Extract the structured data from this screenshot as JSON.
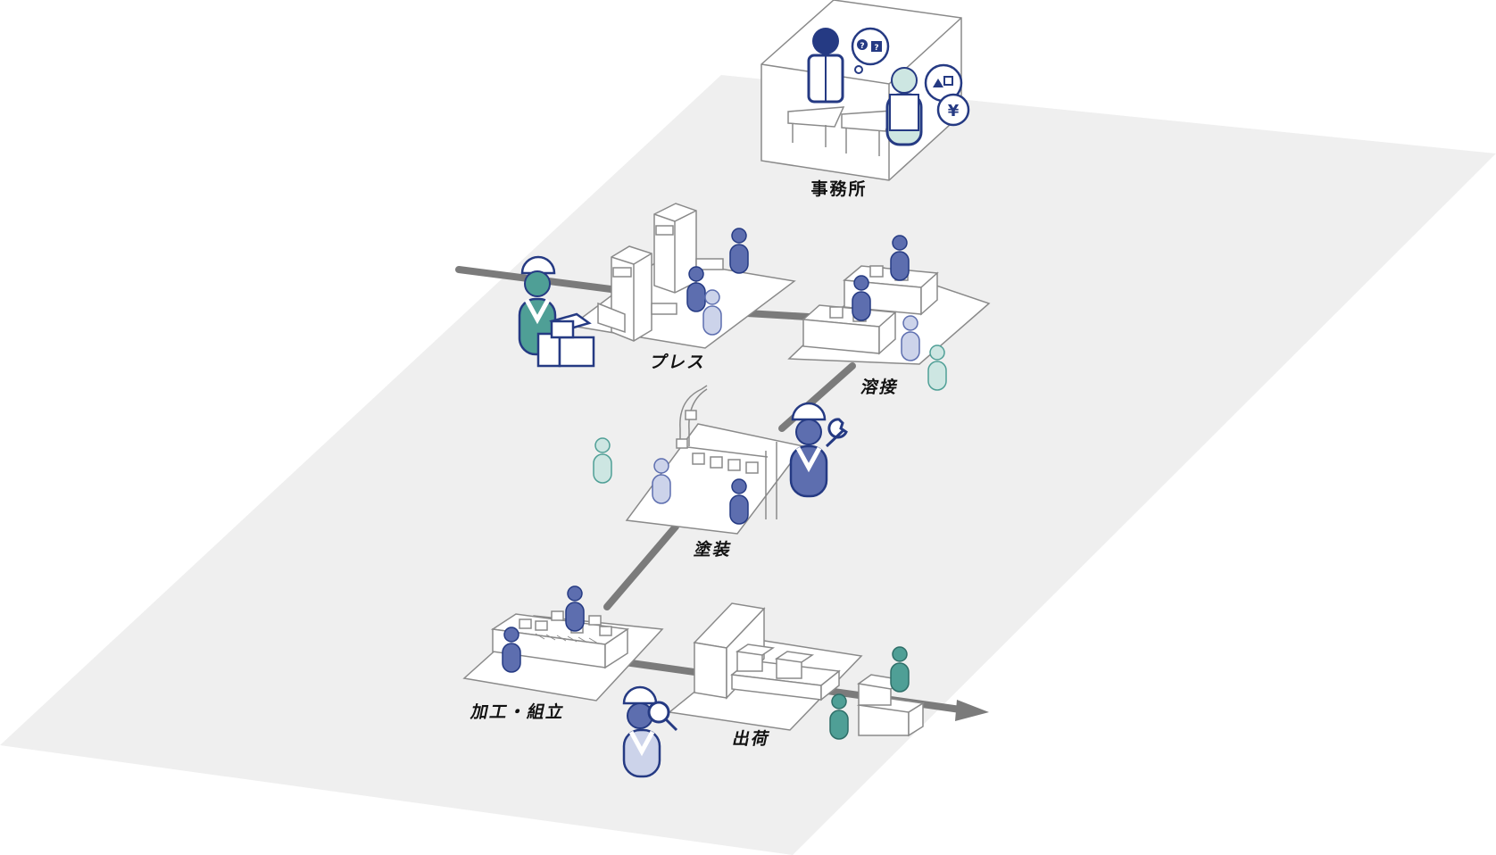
{
  "diagram": {
    "stations": {
      "office": "事務所",
      "press": "プレス",
      "welding": "溶接",
      "painting": "塗装",
      "assembly": "加工・組立",
      "shipping": "出荷"
    },
    "office_icons": {
      "question_bubble": "?",
      "question_bubble_2": "?",
      "yen_symbol": "¥"
    },
    "colors": {
      "floor": "#efefef",
      "line": "#7b7b7b",
      "navy": "#253a83",
      "indigo": "#5d6eaf",
      "pale_blue": "#ccd3ea",
      "teal": "#4f9f96",
      "pale_teal": "#cde6e2",
      "outline": "#8a8a8a"
    },
    "icons": [
      "office-room-icon",
      "helmet-worker-icon",
      "boxes-icon",
      "wrench-icon",
      "magnifier-icon",
      "arrow-right-icon"
    ]
  }
}
